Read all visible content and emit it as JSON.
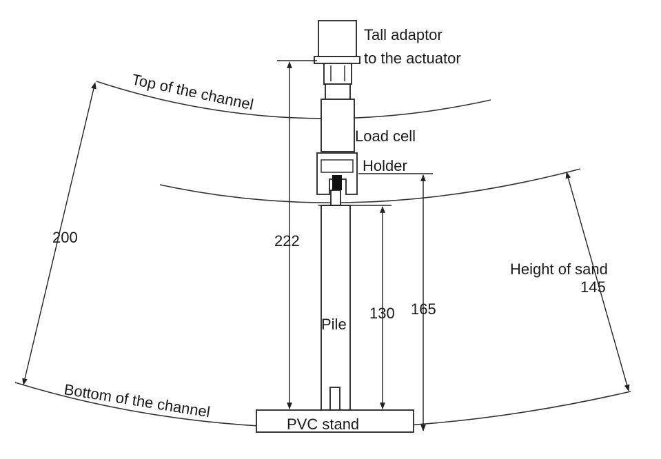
{
  "labels": {
    "tall_adaptor_line1": "Tall adaptor",
    "tall_adaptor_line2": "to the actuator",
    "top_of_channel": "Top of the channel",
    "load_cell": "Load cell",
    "holder": "Holder",
    "height_of_sand": "Height of sand",
    "pile": "Pile",
    "bottom_of_channel": "Bottom of the channel",
    "pvc_stand": "PVC stand"
  },
  "dimensions": {
    "channel_depth": "200",
    "overall_height": "222",
    "pile_embedment": "130",
    "holder_height": "165",
    "sand_height": "145"
  }
}
